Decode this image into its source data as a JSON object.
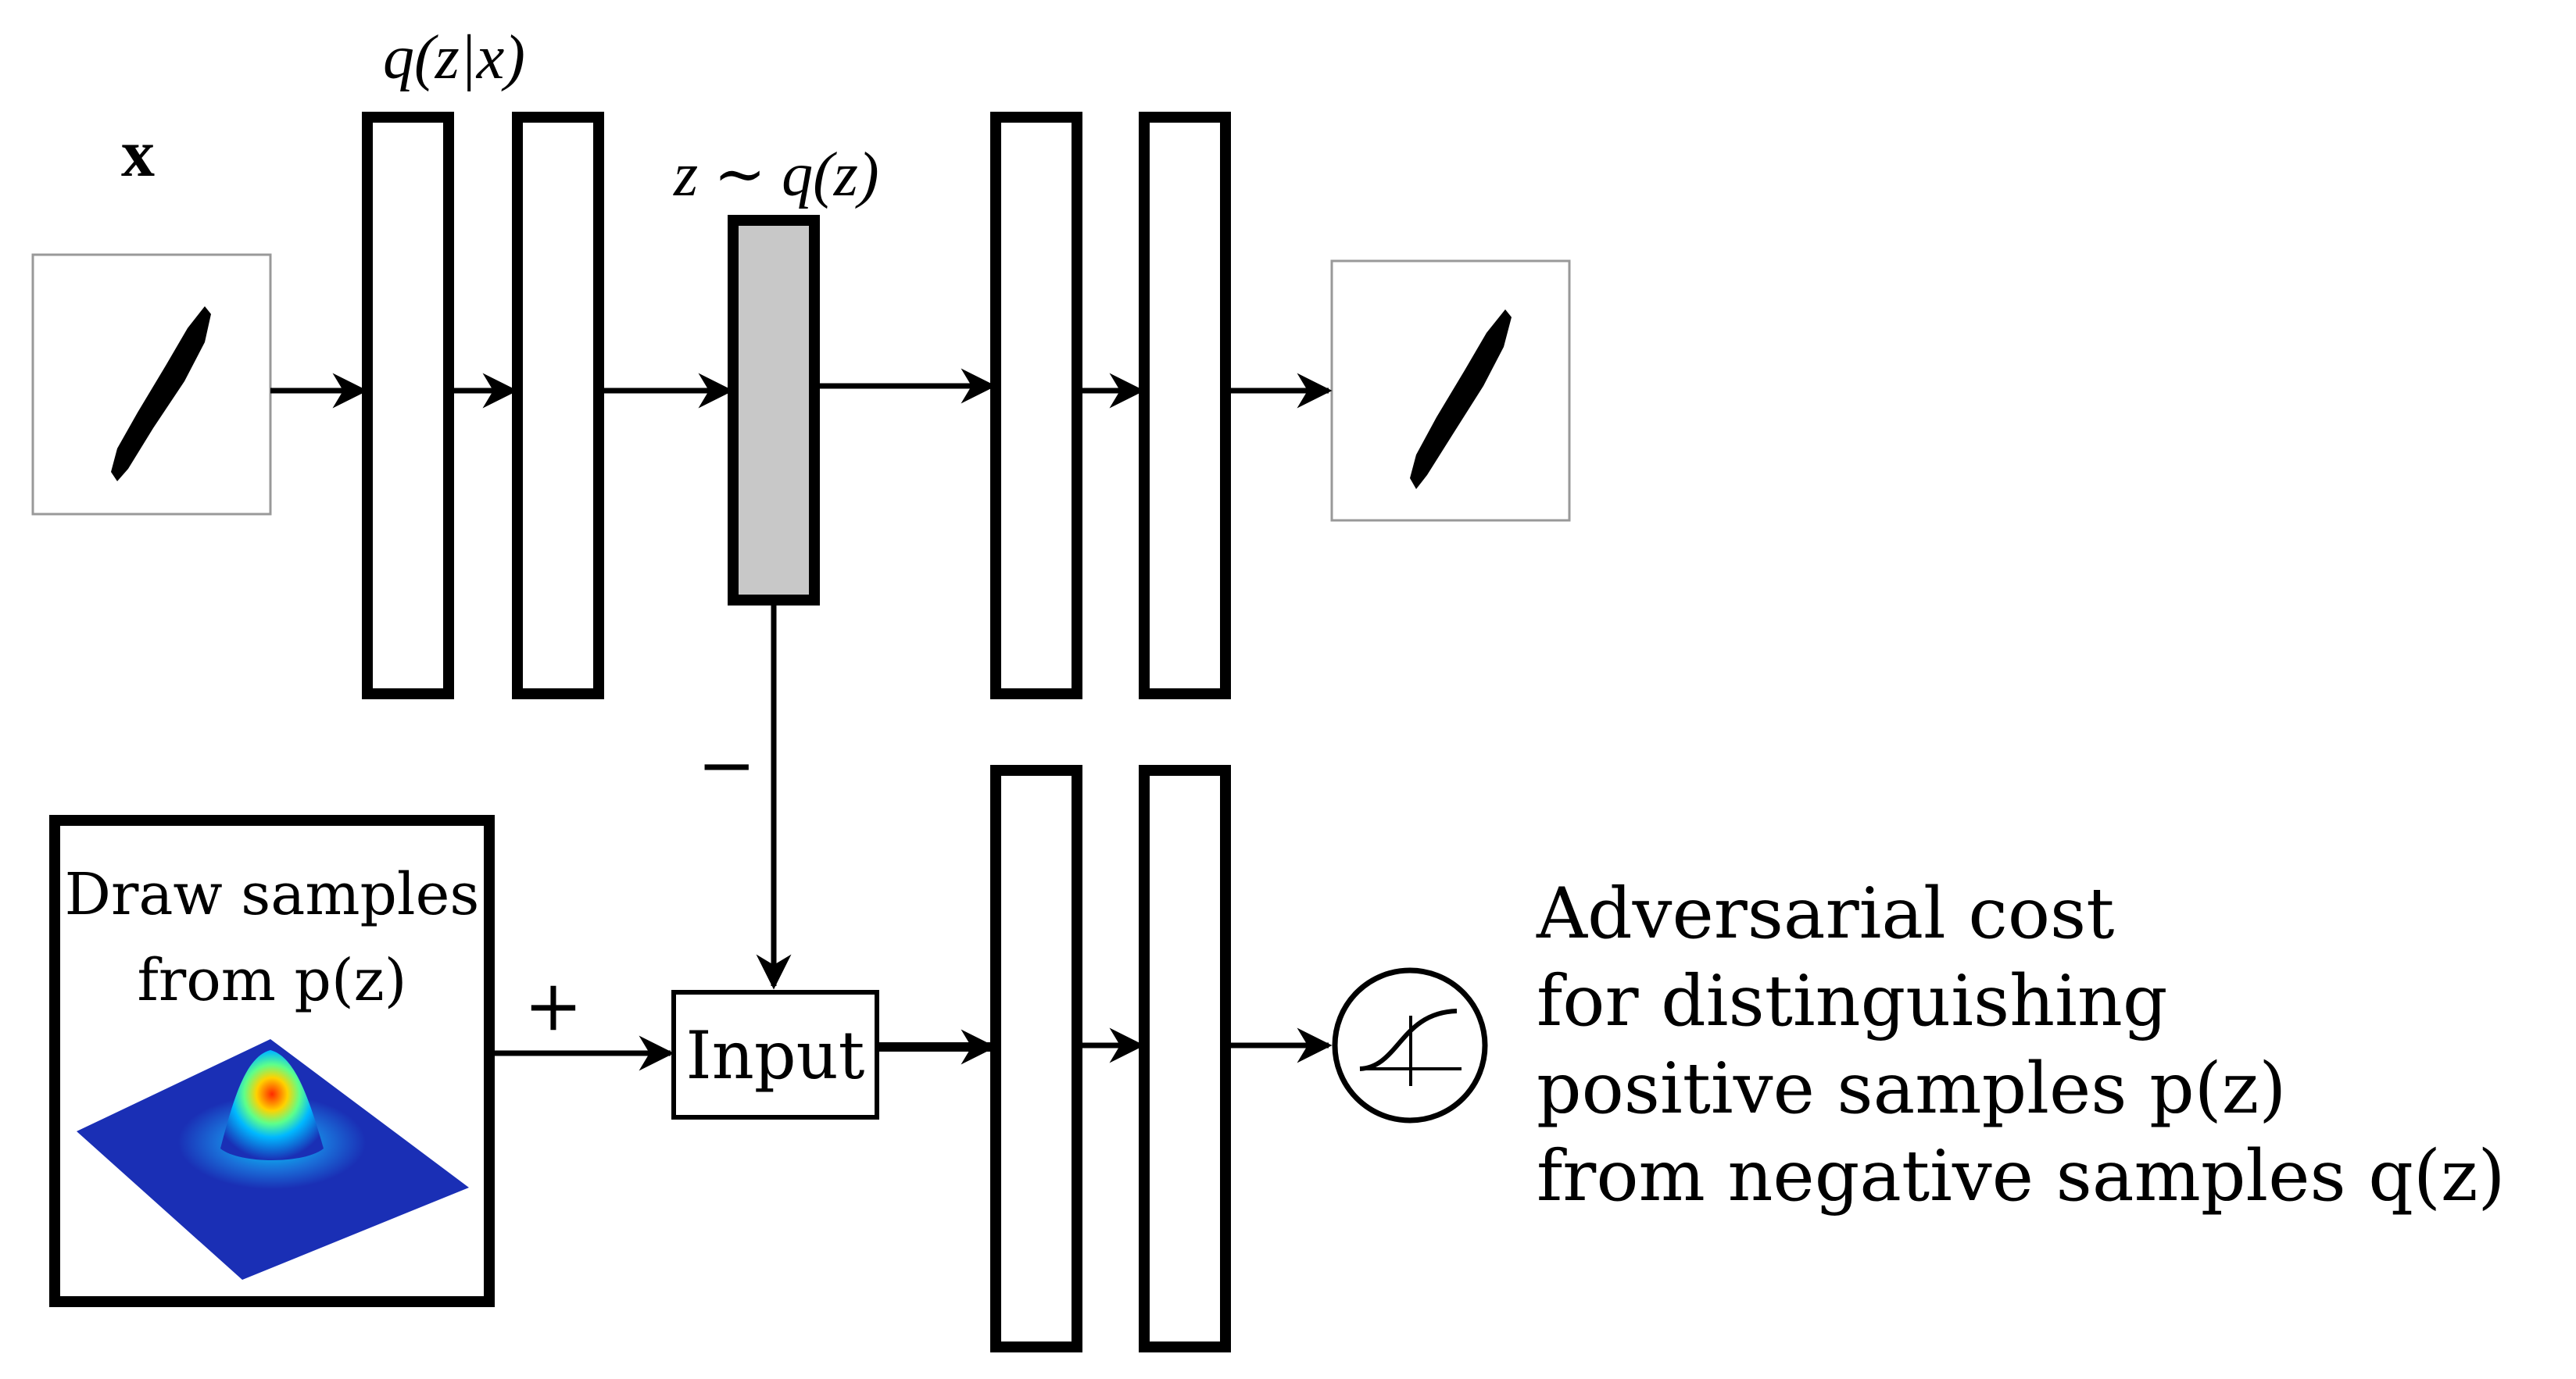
{
  "labels": {
    "x": "x",
    "encoder": "q(z|x)",
    "latent": "z ∼ q(z)",
    "minus": "−",
    "plus": "+",
    "input_box": "Input",
    "prior_line1": "Draw samples",
    "prior_line2": "from p(z)"
  },
  "cost_text": {
    "line1": "Adversarial cost",
    "line2": "for distinguishing",
    "line3": "positive samples p(z)",
    "line4": "from negative samples q(z)"
  },
  "colors": {
    "latent_fill": "#c8c8c8",
    "prior_surface": "#1a2fb5"
  },
  "icons": {
    "classifier": "sigmoid-icon",
    "digit": "handwritten-digit-one-icon",
    "prior": "gaussian-surface-icon"
  }
}
